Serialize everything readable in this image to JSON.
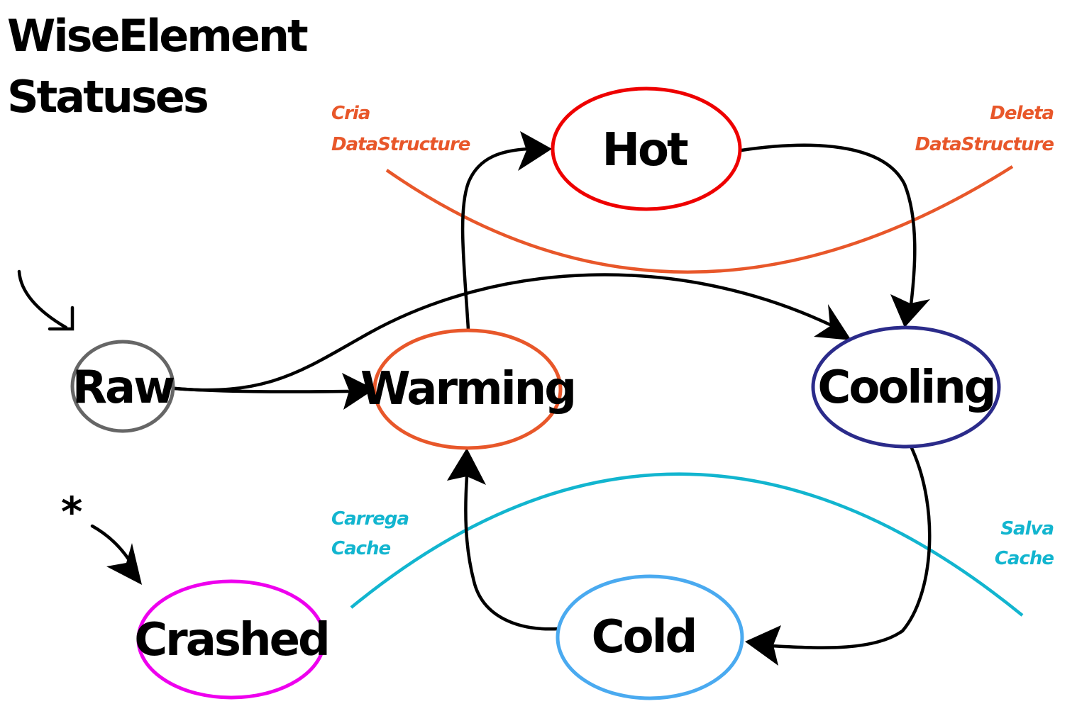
{
  "title": {
    "line1": "WiseElement",
    "line2": "Statuses"
  },
  "nodes": {
    "raw": {
      "label": "Raw",
      "color": "#666666"
    },
    "warming": {
      "label": "Warming",
      "color": "#e8572a"
    },
    "hot": {
      "label": "Hot",
      "color": "#ee0000"
    },
    "cooling": {
      "label": "Cooling",
      "color": "#2b2b8a"
    },
    "cold": {
      "label": "Cold",
      "color": "#4aaaf0"
    },
    "crashed": {
      "label": "Crashed",
      "color": "#ee00ee"
    }
  },
  "notes": {
    "cria": {
      "line1": "Cria",
      "line2": "DataStructure",
      "color": "#e8572a"
    },
    "deleta": {
      "line1": "Deleta",
      "line2": "DataStructure",
      "color": "#e8572a"
    },
    "carrega": {
      "line1": "Carrega",
      "line2": "Cache",
      "color": "#12b5cf"
    },
    "salva": {
      "line1": "Salva",
      "line2": "Cache",
      "color": "#12b5cf"
    }
  },
  "any_state_marker": "*"
}
